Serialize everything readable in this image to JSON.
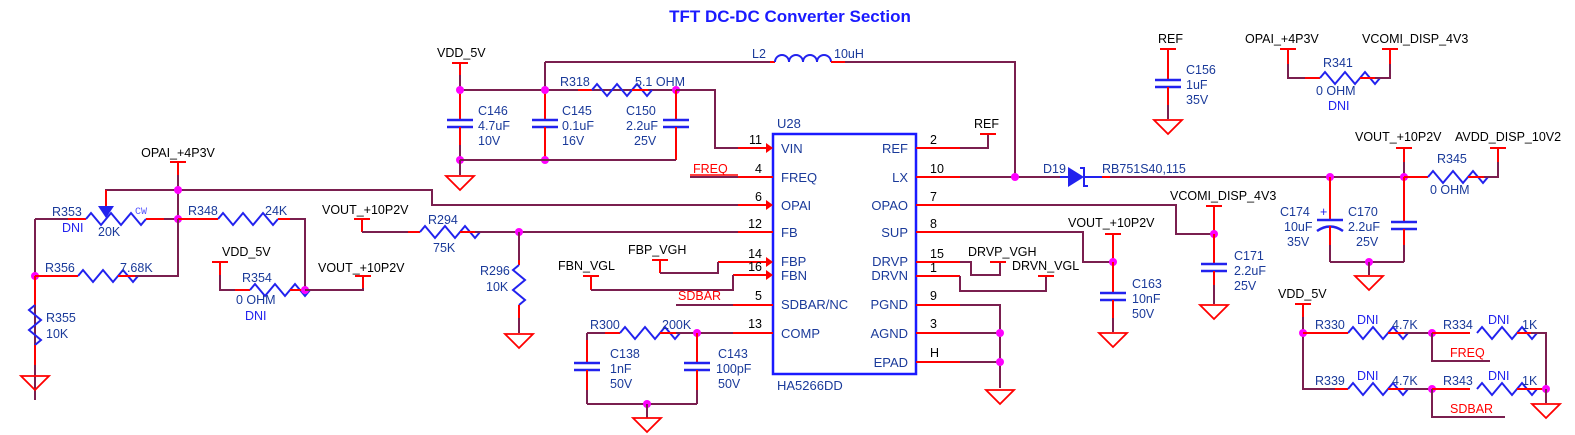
{
  "title": "TFT DC-DC Converter Section",
  "ic": {
    "ref": "U28",
    "part": "HA5266DD",
    "left_pins": [
      {
        "num": "11",
        "name": "VIN"
      },
      {
        "num": "4",
        "name": "FREQ"
      },
      {
        "num": "6",
        "name": "OPAI"
      },
      {
        "num": "12",
        "name": "FB"
      },
      {
        "num": "14",
        "name": "FBP"
      },
      {
        "num": "16",
        "name": "FBN"
      },
      {
        "num": "5",
        "name": "SDBAR/NC"
      },
      {
        "num": "13",
        "name": "COMP"
      }
    ],
    "right_pins": [
      {
        "num": "2",
        "name": "REF"
      },
      {
        "num": "10",
        "name": "LX"
      },
      {
        "num": "7",
        "name": "OPAO"
      },
      {
        "num": "8",
        "name": "SUP"
      },
      {
        "num": "15",
        "name": "DRVP"
      },
      {
        "num": "1",
        "name": "DRVN"
      },
      {
        "num": "9",
        "name": "PGND"
      },
      {
        "num": "3",
        "name": "AGND"
      },
      {
        "num": "H",
        "name": "EPAD"
      }
    ]
  },
  "nets": {
    "opai_left": "OPAI_+4P3V",
    "vdd_r354": "VDD_5V",
    "vout_r354": "VOUT_+10P2V",
    "vout_r294": "VOUT_+10P2V",
    "vdd_caps": "VDD_5V",
    "fbp_vgh": "FBP_VGH",
    "fbn_vgl": "FBN_VGL",
    "sdbar_ic": "SDBAR",
    "freq_ic": "FREQ",
    "ref_ic": "REF",
    "drvp_vgh": "DRVP_VGH",
    "drvn_vgl": "DRVN_VGL",
    "vout_c163": "VOUT_+10P2V",
    "vcomi_c171": "VCOMI_DISP_4V3",
    "ref_c156": "REF",
    "opai_r341": "OPAI_+4P3V",
    "vcomi_r341": "VCOMI_DISP_4V3",
    "vout_r345": "VOUT_+10P2V",
    "avdd": "AVDD_DISP_10V2",
    "vdd_pullups": "VDD_5V",
    "freq_pullup": "FREQ",
    "sdbar_pullup": "SDBAR"
  },
  "components": {
    "R353": {
      "ref": "R353",
      "value": "20K",
      "note": "DNI",
      "wiper": "CW"
    },
    "R348": {
      "ref": "R348",
      "value": "24K"
    },
    "R356": {
      "ref": "R356",
      "value": "7.68K"
    },
    "R355": {
      "ref": "R355",
      "value": "10K"
    },
    "R354": {
      "ref": "R354",
      "value": "0 OHM",
      "note": "DNI"
    },
    "R294": {
      "ref": "R294",
      "value": "75K"
    },
    "R296": {
      "ref": "R296",
      "value": "10K"
    },
    "R318": {
      "ref": "R318",
      "value": "5.1 OHM"
    },
    "C146": {
      "ref": "C146",
      "value": "4.7uF",
      "voltage": "10V"
    },
    "C145": {
      "ref": "C145",
      "value": "0.1uF",
      "voltage": "16V"
    },
    "C150": {
      "ref": "C150",
      "value": "2.2uF",
      "voltage": "25V"
    },
    "L2": {
      "ref": "L2",
      "value": "10uH"
    },
    "R300": {
      "ref": "R300",
      "value": "200K"
    },
    "C138": {
      "ref": "C138",
      "value": "1nF",
      "voltage": "50V"
    },
    "C143": {
      "ref": "C143",
      "value": "100pF",
      "voltage": "50V"
    },
    "D19": {
      "ref": "D19",
      "value": "RB751S40,115"
    },
    "C163": {
      "ref": "C163",
      "value": "10nF",
      "voltage": "50V"
    },
    "C171": {
      "ref": "C171",
      "value": "2.2uF",
      "voltage": "25V"
    },
    "C156": {
      "ref": "C156",
      "value": "1uF",
      "voltage": "35V"
    },
    "R341": {
      "ref": "R341",
      "value": "0 OHM",
      "note": "DNI"
    },
    "C174": {
      "ref": "C174",
      "value": "10uF",
      "voltage": "35V",
      "polarity": "+"
    },
    "C170": {
      "ref": "C170",
      "value": "2.2uF",
      "voltage": "25V"
    },
    "R345": {
      "ref": "R345",
      "value": "0 OHM"
    },
    "R330": {
      "ref": "R330",
      "value": "4.7K",
      "note": "DNI"
    },
    "R334": {
      "ref": "R334",
      "value": "1K",
      "note": "DNI"
    },
    "R339": {
      "ref": "R339",
      "value": "4.7K",
      "note": "DNI"
    },
    "R343": {
      "ref": "R343",
      "value": "1K",
      "note": "DNI"
    }
  },
  "colors": {
    "wire": "#7a1f4f",
    "pin": "#ff0000",
    "component": "#2222ee",
    "junction": "#ff00ff",
    "title": "#1a1aff"
  }
}
